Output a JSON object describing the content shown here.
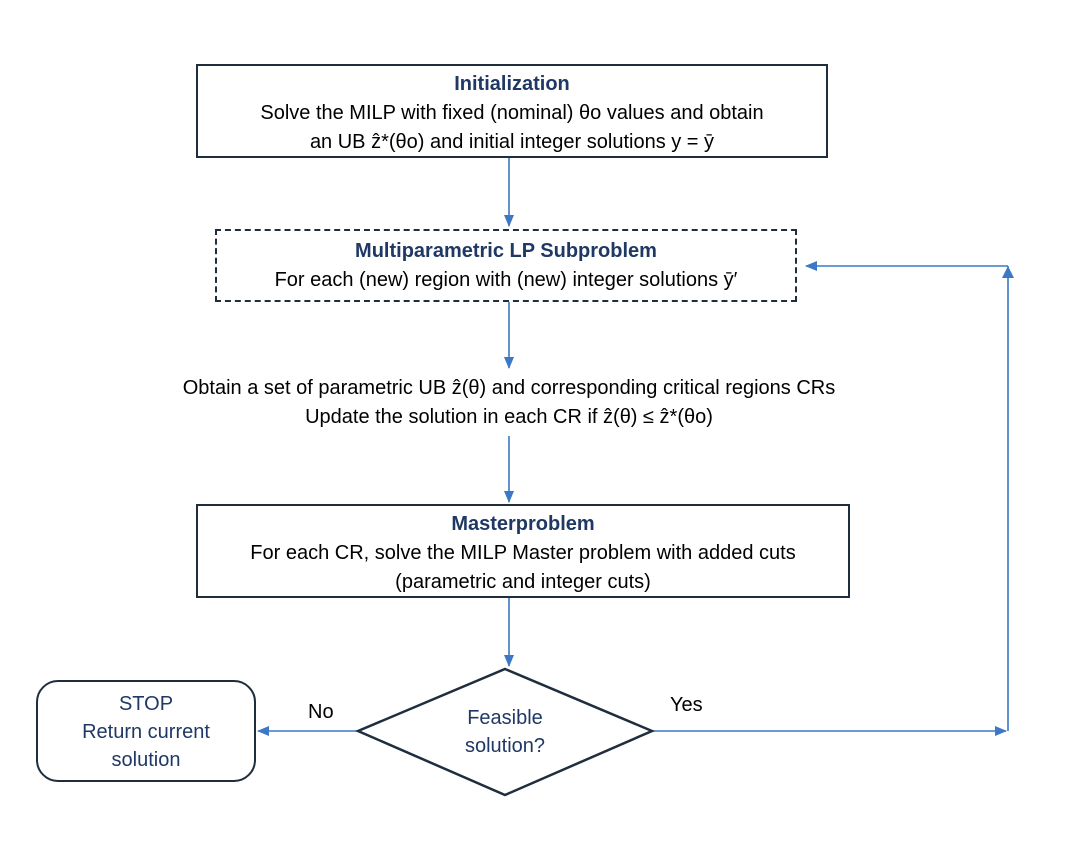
{
  "colors": {
    "box_border": "#1f2d3d",
    "title": "#1f3864",
    "arrow": "#3c78c3"
  },
  "init": {
    "title": "Initialization",
    "line1": "Solve the MILP with fixed (nominal) θo values and obtain",
    "line2": "an UB ẑ*(θo) and initial integer solutions y = ȳ"
  },
  "mplp": {
    "title": "Multiparametric LP Subproblem",
    "line1": "For each (new) region with (new) integer solutions ȳ′"
  },
  "obtain": {
    "line1": "Obtain a set of parametric UB ẑ(θ) and corresponding critical regions CRs",
    "line2": "Update the solution in each CR if ẑ(θ) ≤ ẑ*(θo)"
  },
  "master": {
    "title": "Masterproblem",
    "line1": "For each CR, solve the MILP Master problem with added cuts",
    "line2": "(parametric and integer cuts)"
  },
  "decision": {
    "line1": "Feasible",
    "line2": "solution?"
  },
  "stop": {
    "line1": "STOP",
    "line2": "Return current",
    "line3": "solution"
  },
  "edges": {
    "no": "No",
    "yes": "Yes"
  }
}
